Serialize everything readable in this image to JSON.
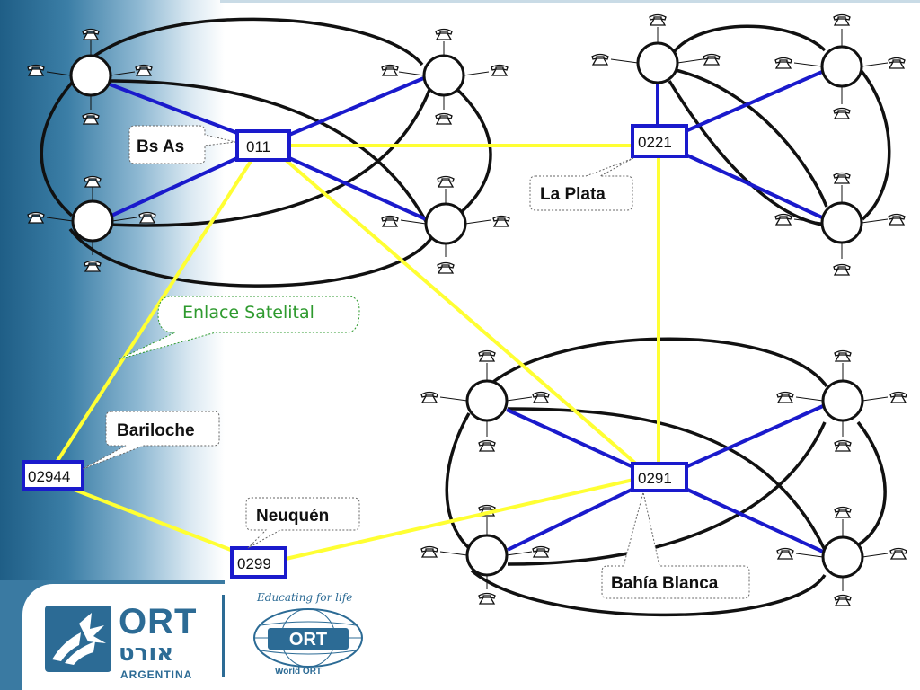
{
  "nodes": {
    "bs_as": "011",
    "la_plata": "0221",
    "bahia_blanca": "0291",
    "bariloche": "02944",
    "neuquen": "0299"
  },
  "callouts": {
    "bs_as": "Bs As",
    "la_plata": "La Plata",
    "satellite": "Enlace Satelital",
    "bariloche": "Bariloche",
    "neuquen": "Neuquén",
    "bahia_blanca": "Bahía Blanca"
  },
  "footer": {
    "ort_letters": "ORT",
    "ort_hebrew": "אורט",
    "ort_country": "ARGENTINA",
    "world_tagline": "Educating for life",
    "world_globe_text": "ORT",
    "world_name": "World ORT"
  },
  "colors": {
    "trunk_link": "#ffff33",
    "local_link": "#1a1acc",
    "satellite_callout": "#2e9a2e"
  },
  "icons": [
    "telephone-icon",
    "ort-logo-icon",
    "world-ort-globe-icon"
  ]
}
